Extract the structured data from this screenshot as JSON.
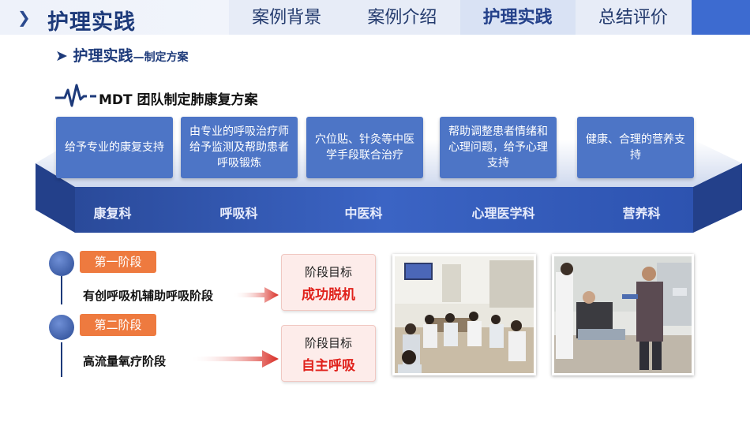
{
  "header": {
    "title": "护理实践",
    "tabs": [
      {
        "label": "案例背景",
        "active": false
      },
      {
        "label": "案例介绍",
        "active": false
      },
      {
        "label": "护理实践",
        "active": true
      },
      {
        "label": "总结评价",
        "active": false
      }
    ]
  },
  "subtitle": {
    "main": "护理实践",
    "sub": "—制定方案"
  },
  "mdt_heading": "MDT  团队制定肺康复方案",
  "departments": [
    {
      "name": "康复科",
      "desc": "给予专业的康复支持"
    },
    {
      "name": "呼吸科",
      "desc": "由专业的呼吸治疗师给予监测及帮助患者呼吸锻炼"
    },
    {
      "name": "中医科",
      "desc": "穴位贴、针灸等中医学手段联合治疗"
    },
    {
      "name": "心理医学科",
      "desc": "帮助调整患者情绪和心理问题，给予心理支持"
    },
    {
      "name": "营养科",
      "desc": "健康、合理的营养支持"
    }
  ],
  "stages": [
    {
      "label": "第一阶段",
      "phase": "有创呼吸机辅助呼吸阶段",
      "goal_label": "阶段目标",
      "goal": "成功脱机"
    },
    {
      "label": "第二阶段",
      "phase": "高流量氧疗阶段",
      "goal_label": "阶段目标",
      "goal": "自主呼吸"
    }
  ],
  "colors": {
    "accent": "#3d6bd0",
    "box": "#4d75c6",
    "stage": "#ee7a3f",
    "goal": "#e0221c"
  }
}
